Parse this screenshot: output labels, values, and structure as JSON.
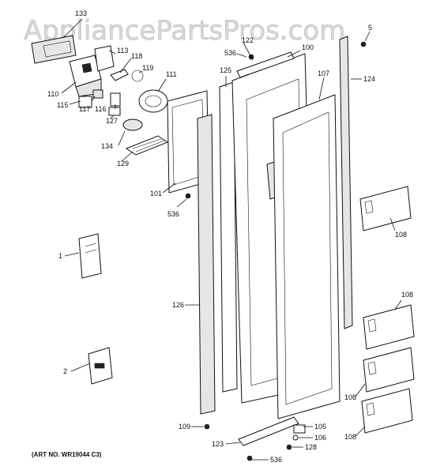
{
  "watermark": "AppliancePartsPros.com",
  "art_number": "(ART NO. WR19044 C3)",
  "callouts": {
    "c133": "133",
    "c113": "113",
    "c118": "118",
    "c119": "119",
    "c110": "110",
    "c115": "115",
    "c117": "117",
    "c116": "116",
    "c127": "127",
    "c111": "111",
    "c134": "134",
    "c129": "129",
    "c122": "122",
    "c536_top": "536",
    "c100": "100",
    "c125": "125",
    "c107": "107",
    "c124": "124",
    "c5": "5",
    "c101": "101",
    "c536_mid": "536",
    "c108_a": "108",
    "c1": "1",
    "c126": "126",
    "c108_b": "108",
    "c2": "2",
    "c108_c": "108",
    "c109": "109",
    "c105": "105",
    "c106": "106",
    "c123": "123",
    "c128": "128",
    "c536_bot": "536",
    "c108_d": "108"
  }
}
